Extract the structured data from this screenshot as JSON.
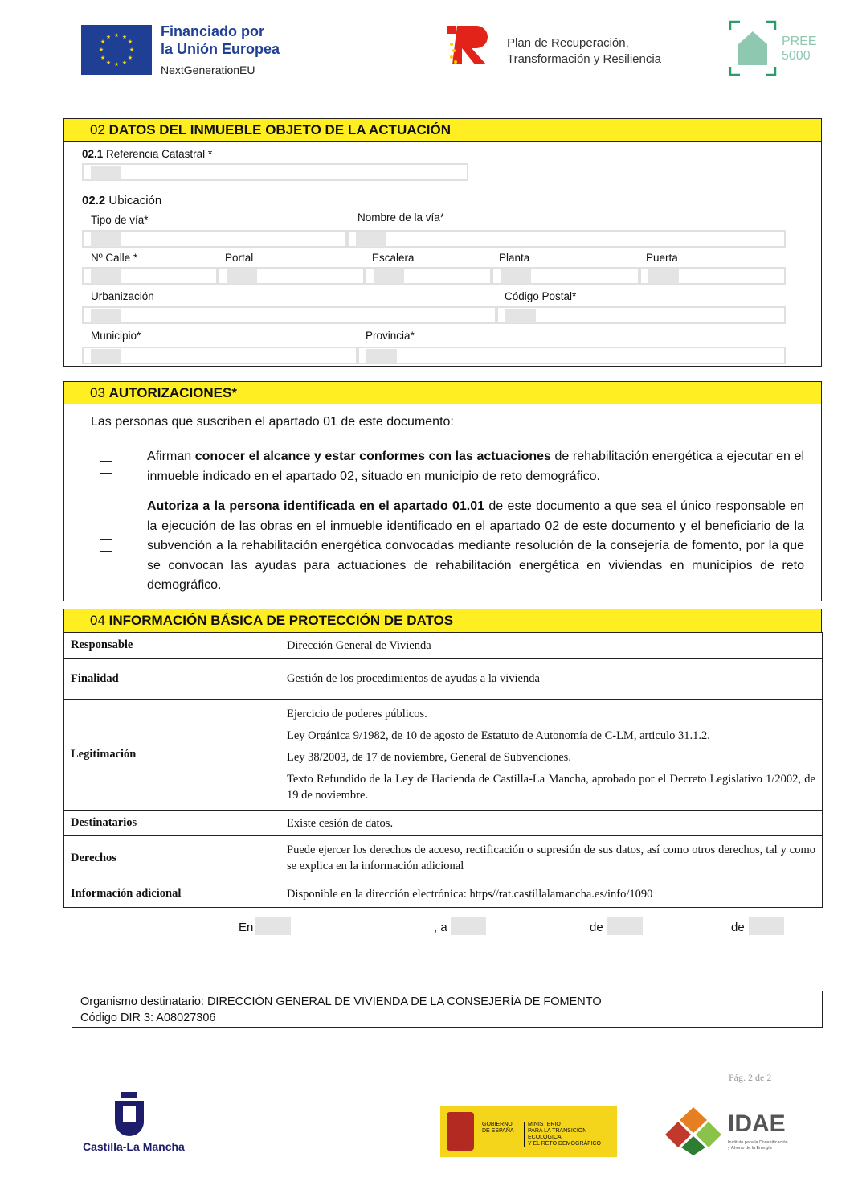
{
  "header": {
    "eu_line1": "Financiado por",
    "eu_line2": "la Unión Europea",
    "eu_line3": "NextGenerationEU",
    "prtr_line1": "Plan de Recuperación,",
    "prtr_line2": "Transformación y Resiliencia",
    "pree_line1": "PREE",
    "pree_line2": "5000"
  },
  "s02": {
    "num": "02",
    "title": "DATOS DEL INMUEBLE OBJETO DE LA ACTUACIÓN",
    "ref_num": "02.1",
    "ref_label": "Referencia Catastral *",
    "ubic_num": "02.2",
    "ubic_label": "Ubicación",
    "tipo_via": "Tipo de vía*",
    "nombre_via": "Nombre de la vía*",
    "calle": "Nº Calle *",
    "portal": "Portal",
    "escalera": "Escalera",
    "planta": "Planta",
    "puerta": "Puerta",
    "urbanizacion": "Urbanización",
    "cp": "Código Postal*",
    "municipio": "Municipio*",
    "provincia": "Provincia*"
  },
  "s03": {
    "num": "03",
    "title": "AUTORIZACIONES*",
    "intro": "Las personas que suscriben el apartado 01 de este documento:",
    "item1_pre": "Afirman ",
    "item1_bold": "conocer el alcance y estar conformes con las actuaciones",
    "item1_post": " de rehabilitación energética a ejecutar en el inmueble indicado en el apartado 02, situado en municipio de reto demográfico.",
    "item2_bold": "Autoriza a la persona identificada en el apartado 01.01",
    "item2_post": " de este documento a que sea el único responsable en la ejecución de las obras en el inmueble identificado en el apartado 02 de este documento y el beneficiario de la subvención a la rehabilitación energética convocadas mediante resolución de la consejería de fomento, por la que se convocan las ayudas para actuaciones de rehabilitación energética en viviendas en municipios de reto demográfico."
  },
  "s04": {
    "num": "04",
    "title": "INFORMACIÓN BÁSICA DE PROTECCIÓN DE DATOS",
    "rows": [
      {
        "key": "Responsable",
        "lines": [
          "Dirección General de Vivienda"
        ]
      },
      {
        "key": "Finalidad",
        "lines": [
          "Gestión de los procedimientos de ayudas a la vivienda"
        ]
      },
      {
        "key": "Legitimación",
        "lines": [
          "Ejercicio de poderes públicos.",
          "Ley Orgánica 9/1982, de 10 de agosto de Estatuto de Autonomía de C-LM, articulo 31.1.2.",
          "Ley 38/2003, de 17 de noviembre, General de Subvenciones.",
          "Texto Refundido de la Ley de Hacienda de Castilla-La Mancha, aprobado por el Decreto Legislativo 1/2002, de 19 de noviembre."
        ]
      },
      {
        "key": "Destinatarios",
        "lines": [
          "Existe cesión de datos."
        ]
      },
      {
        "key": "Derechos",
        "lines": [
          "Puede ejercer los derechos de acceso, rectificación o supresión de sus datos, así como otros derechos, tal y como se explica en la información adicional"
        ]
      },
      {
        "key": "Información adicional",
        "lines": [
          "Disponible en la dirección electrónica: https//rat.castillalamancha.es/info/1090"
        ]
      }
    ]
  },
  "date": {
    "en": "En",
    "a": ", a",
    "de1": "de",
    "de2": "de"
  },
  "org": {
    "line1": "Organismo destinatario: DIRECCIÓN GENERAL DE VIVIENDA DE LA CONSEJERÍA DE FOMENTO",
    "line2": "Código DIR 3: A08027306"
  },
  "page": "Pág. 2 de 2",
  "footer": {
    "clm": "Castilla-La Mancha",
    "gob1": "GOBIERNO",
    "gob2": "DE ESPAÑA",
    "min1": "MINISTERIO",
    "min2": "PARA LA TRANSICIÓN ECOLÓGICA",
    "min3": "Y EL RETO DEMOGRÁFICO",
    "idae": "IDAE",
    "idae_sub1": "Instituto para la Diversificación",
    "idae_sub2": "y Ahorro de la Energía"
  }
}
